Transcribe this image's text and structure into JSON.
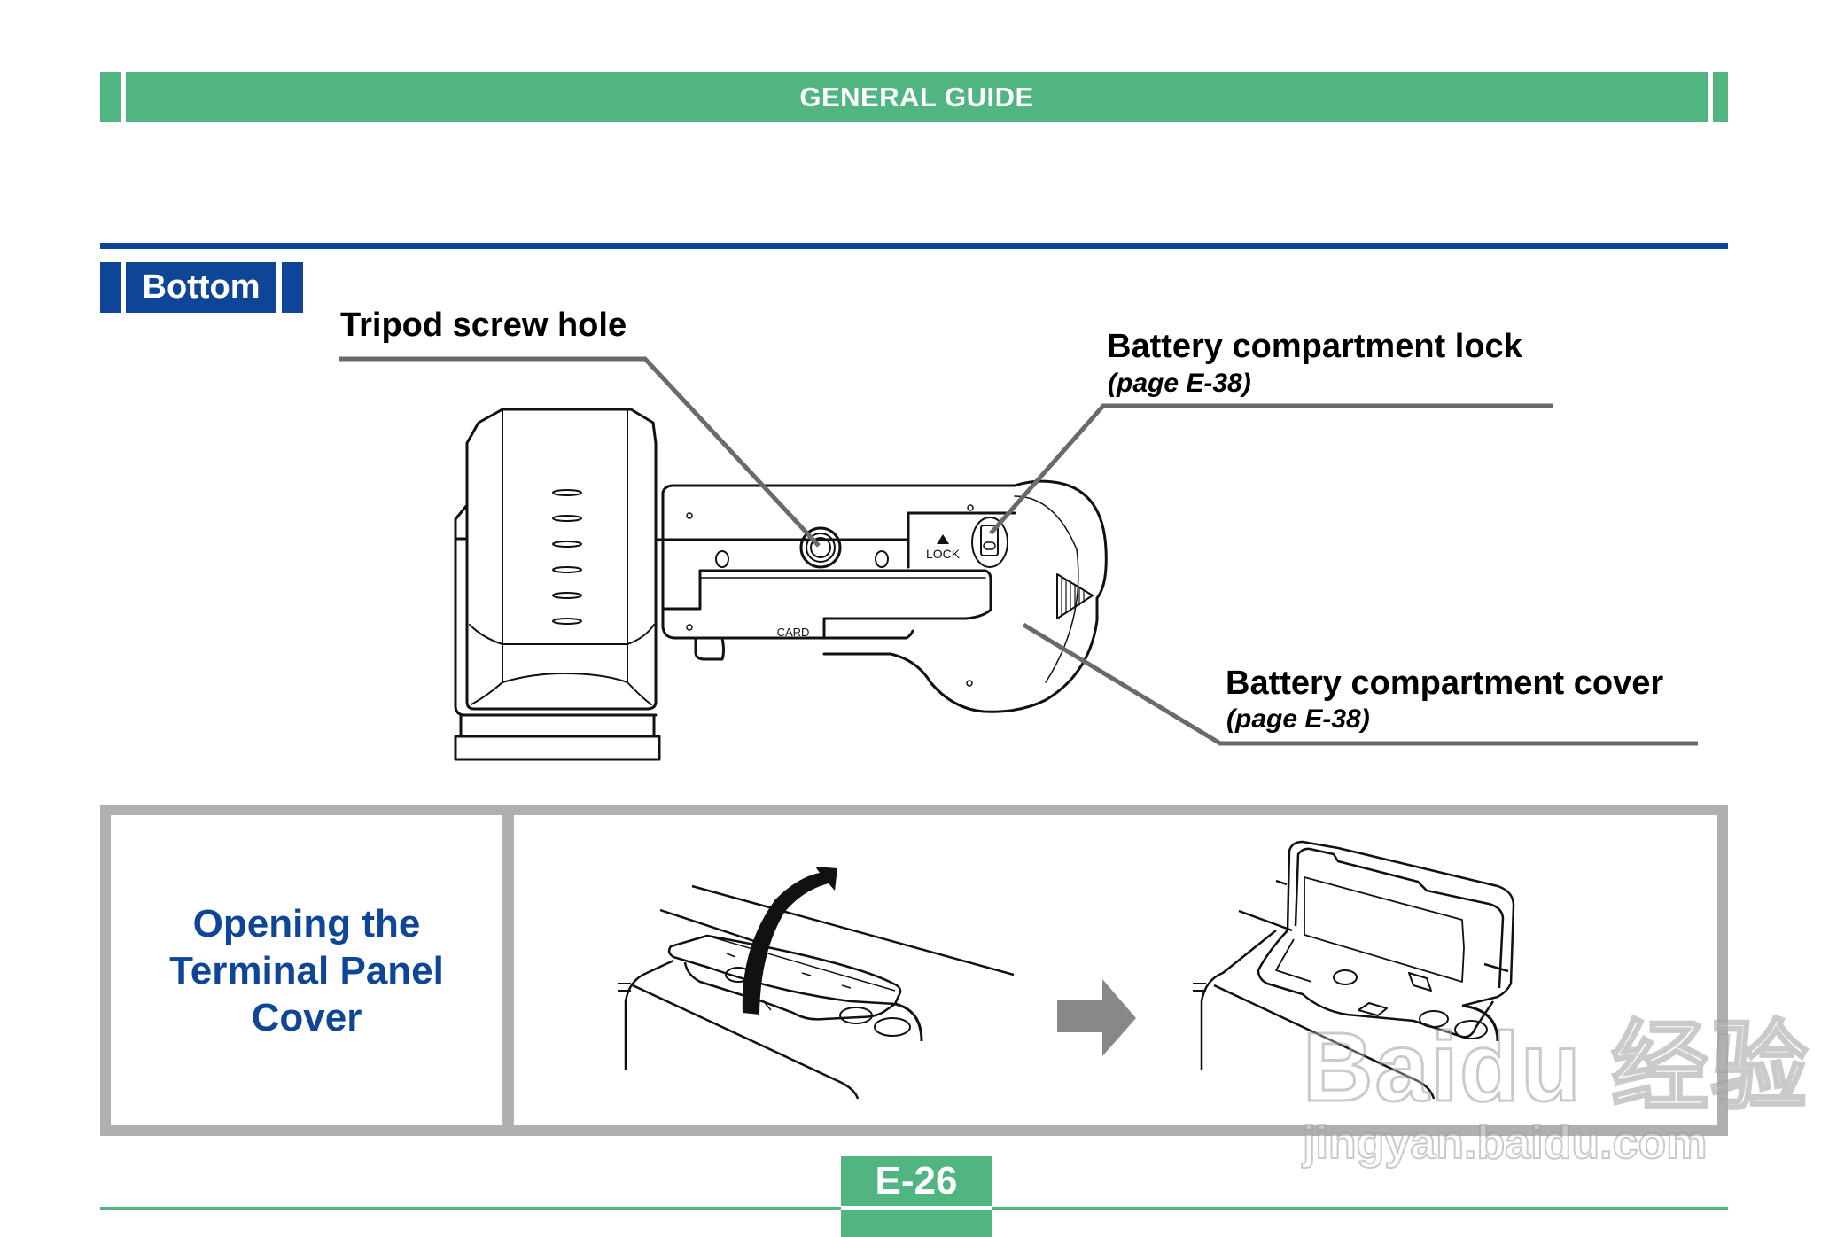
{
  "theme": {
    "green": "#50b580",
    "blue": "#0e4597",
    "gray": "#b0b0b0",
    "leader": "#6a6a6a",
    "arrow_gray": "#888888"
  },
  "header": {
    "title": "GENERAL GUIDE"
  },
  "section": {
    "tab_label": "Bottom"
  },
  "callouts": {
    "tripod": {
      "label": "Tripod screw hole"
    },
    "battery_lock": {
      "label": "Battery compartment lock",
      "ref": "(page E-38)"
    },
    "battery_cover": {
      "label": "Battery compartment cover",
      "ref": "(page E-38)"
    }
  },
  "camera_labels": {
    "lock": "LOCK",
    "card": "CARD"
  },
  "procedure": {
    "title_lines": [
      "Opening the",
      "Terminal Panel",
      "Cover"
    ]
  },
  "footer": {
    "page_number": "E-26"
  },
  "watermark": {
    "main": "Baidu 经验",
    "sub": "jingyan.baidu.com"
  }
}
